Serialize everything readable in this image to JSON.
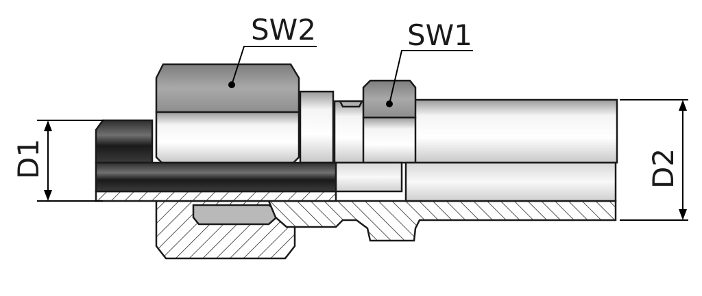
{
  "labels": {
    "sw2": "SW2",
    "sw1": "SW1",
    "d1": "D1",
    "d2": "D2"
  },
  "colors": {
    "metal_light": "#eaeaea",
    "metal_dark": "#8c8c8c",
    "hatch": "#2a2a2a",
    "outline": "#1a1a1a",
    "tube_dark": "#1e1e1e"
  }
}
